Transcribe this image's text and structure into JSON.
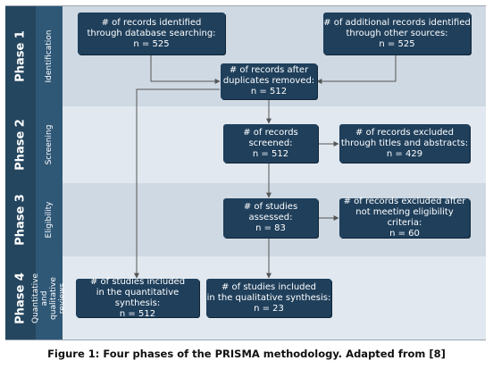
{
  "phases": [
    {
      "phase": "Phase 1",
      "stage": "Identification"
    },
    {
      "phase": "Phase 2",
      "stage": "Screening"
    },
    {
      "phase": "Phase 3",
      "stage": "Eligibility"
    },
    {
      "phase": "Phase 4",
      "stage": "Quantitative and\nqualitative reviews"
    }
  ],
  "nodes": {
    "db_search": "# of records identified\nthrough database searching:\nn = 525",
    "other_sources": "# of additional records identified\nthrough other sources:\nn = 525",
    "after_duplicates": "# of records after\nduplicates removed:\nn = 512",
    "screened": "# of records\nscreened:\nn = 512",
    "excluded_titles": "# of records excluded\nthrough titles and abstracts:\nn = 429",
    "assessed": "# of studies\nassessed:\nn = 83",
    "excluded_eligibility": "# of records excluded after\nnot meeting eligibility criteria:\nn = 60",
    "quantitative": "# of studies included\nin the quantitative synthesis:\nn = 512",
    "qualitative": "# of studies included\nin the qualitative synthesis:\nn = 23"
  },
  "caption": "Figure 1: Four phases of the PRISMA methodology. Adapted from [8]",
  "colors": {
    "node": "#1f3f5b",
    "phase_label": "#25465f",
    "stage_label": "#2f5877",
    "lane_light": "#e1e8ef",
    "lane_dark": "#cfd9e3",
    "connector": "#555555"
  }
}
